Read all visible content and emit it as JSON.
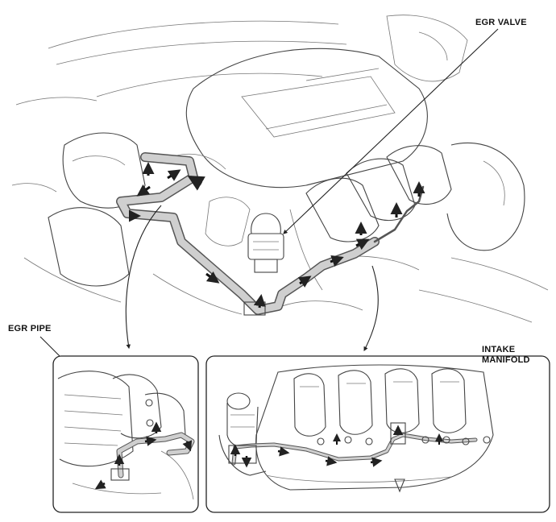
{
  "labels": {
    "egr_valve": "EGR VALVE",
    "egr_pipe": "EGR PIPE",
    "intake_manifold_line1": "INTAKE",
    "intake_manifold_line2": "MANIFOLD"
  }
}
